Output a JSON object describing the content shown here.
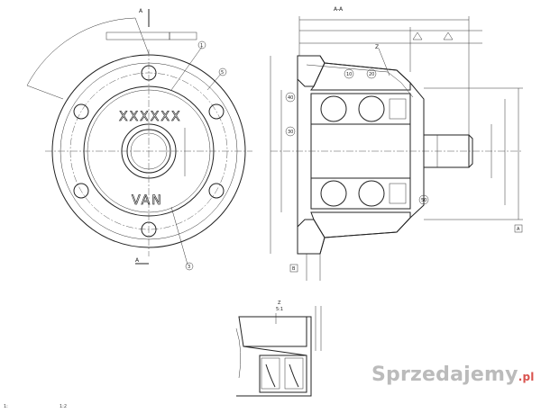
{
  "section": {
    "title": "A-A",
    "detail_label": "Z",
    "detail_scale": "5:1"
  },
  "section_marks": {
    "left_top": "A",
    "left_bottom": "A"
  },
  "front_view": {
    "engraving_top": "XXXXXX",
    "engraving_bottom": "VAN",
    "callouts": [
      "1",
      "3"
    ],
    "callout_small": "5"
  },
  "section_view": {
    "callouts": [
      "10",
      "20",
      "30",
      "40",
      "50"
    ],
    "datum": "A",
    "datum_b": "B"
  },
  "corner_left": "1:",
  "corner_mid": "1:2",
  "watermark": {
    "text": "Sprzedajemy",
    "suffix": ".pl"
  }
}
